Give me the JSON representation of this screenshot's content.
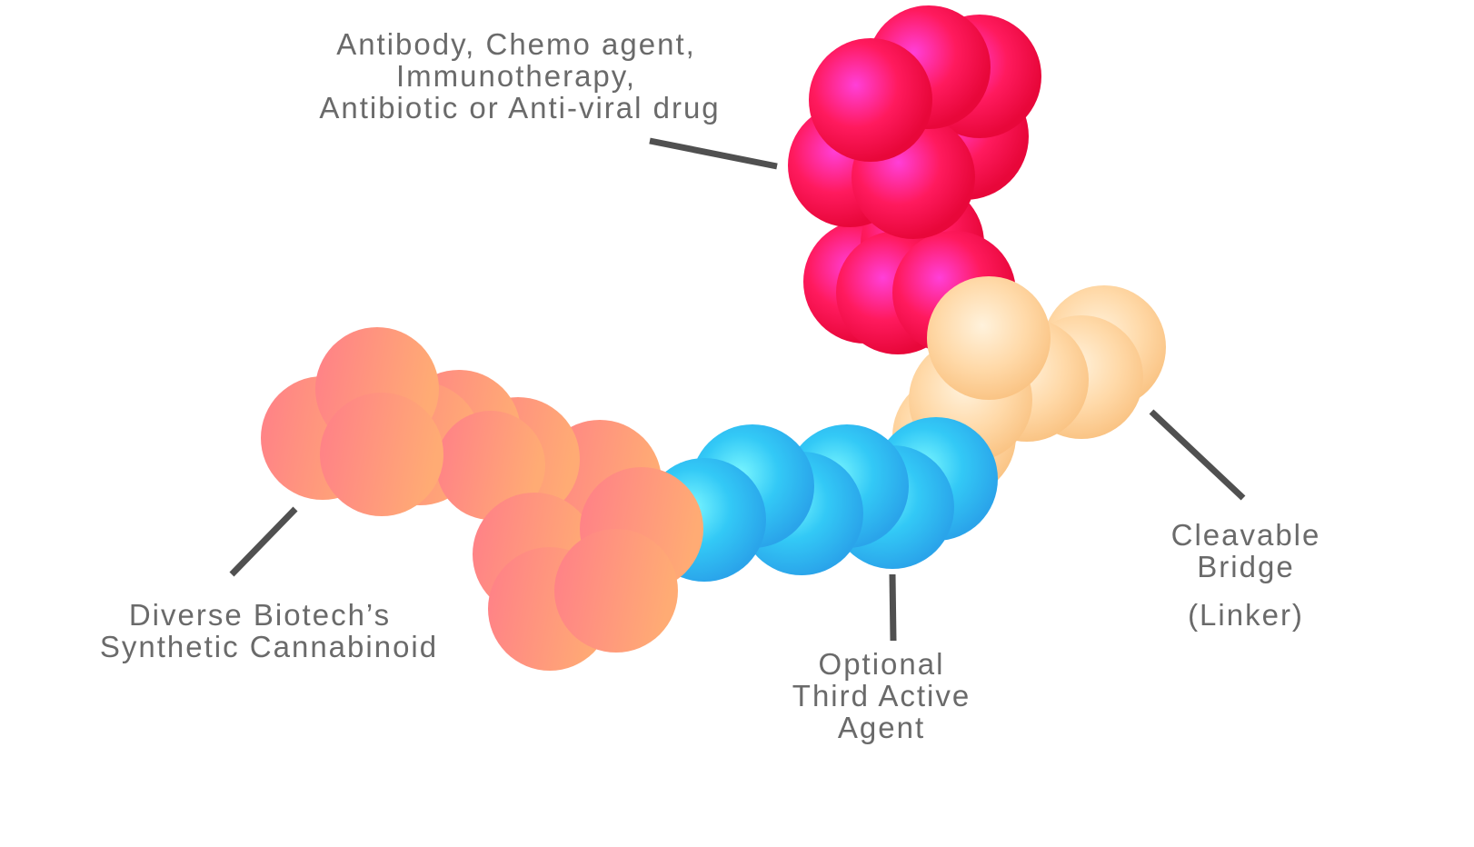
{
  "labels": {
    "payload": [
      "Antibody, Chemo agent,",
      "Immunotherapy,",
      "Antibiotic or Anti-viral drug"
    ],
    "cannabinoid": [
      "Diverse Biotech’s",
      "Synthetic Cannabinoid"
    ],
    "third_agent": [
      "Optional",
      "Third Active",
      "Agent"
    ],
    "linker": [
      "Cleavable",
      "Bridge",
      "(Linker)"
    ]
  },
  "colors": {
    "payload": {
      "center": "#ff3fd8",
      "mid": "#ff1a5e",
      "edge": "#e8073a"
    },
    "linker": {
      "center": "#fff2dc",
      "mid": "#ffd9a8",
      "edge": "#f9c07e"
    },
    "third_agent": {
      "center": "#7af6ff",
      "mid": "#33c9f6",
      "edge": "#2aa4ea"
    },
    "cannabinoid": {
      "center": "#ff7f88",
      "edge": "#ffab74"
    },
    "text": "#6a6a6a",
    "leader": "#505050"
  }
}
